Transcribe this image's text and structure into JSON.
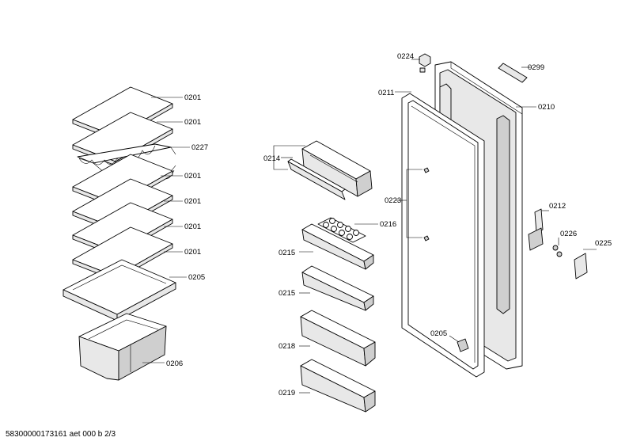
{
  "labels": {
    "l0201a": "0201",
    "l0201b": "0201",
    "l0227": "0227",
    "l0201c": "0201",
    "l0201d": "0201",
    "l0201e": "0201",
    "l0201f": "0201",
    "l0205a": "0205",
    "l0206": "0206",
    "l0214": "0214",
    "l0216": "0216",
    "l0215a": "0215",
    "l0215b": "0215",
    "l0218": "0218",
    "l0219": "0219",
    "l0224": "0224",
    "l0211": "0211",
    "l0299": "0299",
    "l0210": "0210",
    "l0223": "0223",
    "l0212": "0212",
    "l0226": "0226",
    "l0225": "0225",
    "l0205b": "0205"
  },
  "footer": "58300000173161 aet 000 b 2/3"
}
